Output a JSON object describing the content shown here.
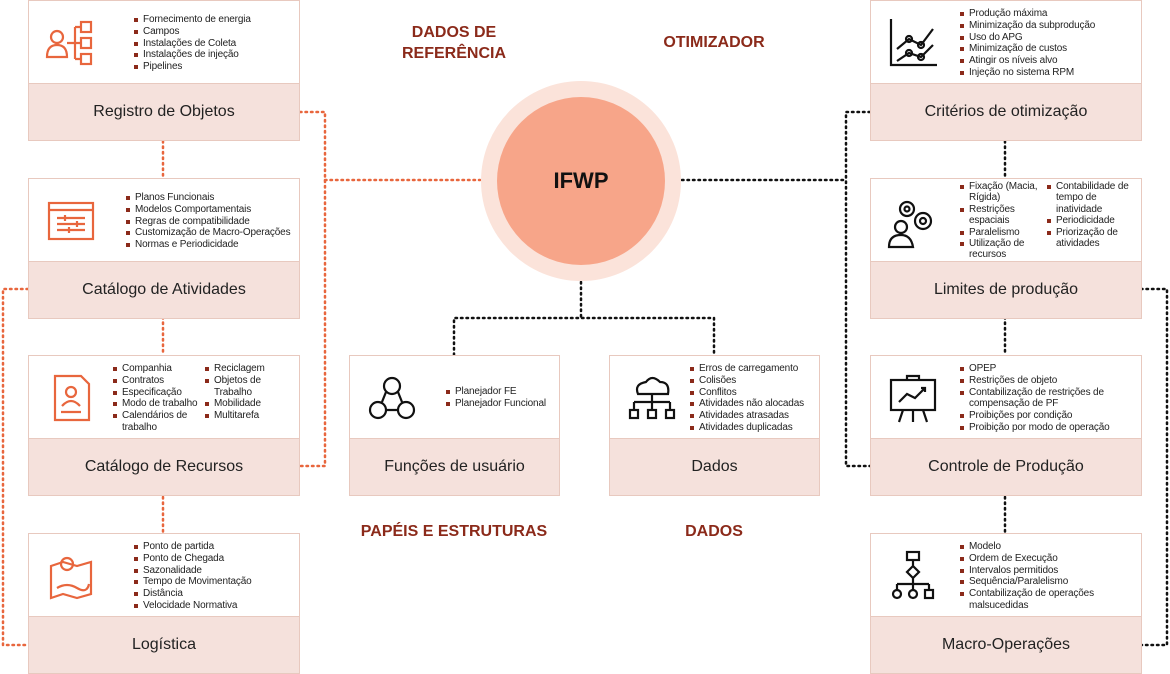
{
  "sections": {
    "ref": "DADOS DE\nREFERÊNCIA",
    "opt": "OTIMIZADOR",
    "roles": "PAPÉIS E ESTRUTURAS",
    "data": "DADOS"
  },
  "center": "IFWP",
  "left": [
    {
      "title": "Registro de Objetos",
      "items": [
        "Fornecimento de energia",
        "Campos",
        "Instalações de Coleta",
        "Instalações de injeção",
        "Pipelines"
      ]
    },
    {
      "title": "Catálogo de Atividades",
      "items": [
        "Planos Funcionais",
        "Modelos Comportamentais",
        "Regras de compatibilidade",
        "Customização de Macro-Operações",
        "Normas e Periodicidade"
      ]
    },
    {
      "title": "Catálogo de Recursos",
      "items": [
        "Companhia",
        "Contratos",
        "Especificação",
        "Modo de trabalho",
        "Calendários de trabalho"
      ],
      "items2": [
        "Reciclagem",
        "Objetos de Trabalho",
        "Mobilidade",
        "Multitarefa"
      ]
    },
    {
      "title": "Logística",
      "items": [
        "Ponto de partida",
        "Ponto de Chegada",
        "Sazonalidade",
        "Tempo de Movimentação",
        "Distância",
        "Velocidade Normativa"
      ]
    }
  ],
  "middle": [
    {
      "title": "Funções de usuário",
      "items": [
        "Planejador FE",
        "Planejador Funcional"
      ]
    },
    {
      "title": "Dados",
      "items": [
        "Erros de carregamento",
        "Colisões",
        "Conflitos",
        "Atividades não alocadas",
        "Atividades atrasadas",
        "Atividades duplicadas"
      ]
    }
  ],
  "right": [
    {
      "title": "Critérios de otimização",
      "items": [
        "Produção máxima",
        "Minimização da subprodução",
        "Uso do APG",
        "Minimização de custos",
        "Atingir os níveis alvo",
        "Injeção no sistema RPM"
      ]
    },
    {
      "title": "Limites de produção",
      "items": [
        "Fixação (Macia, Rígida)",
        "Restrições espaciais",
        "Paralelismo",
        "Utilização de recursos"
      ],
      "items2": [
        "Contabilidade de tempo de inatividade",
        "Periodicidade",
        "Priorização de atividades"
      ]
    },
    {
      "title": "Controle de Produção",
      "items": [
        "OPEP",
        "Restrições de objeto",
        "Contabilização de restrições de compensação de PF",
        "Proibições por condição",
        "Proibição por modo de operação"
      ]
    },
    {
      "title": "Macro-Operações",
      "items": [
        "Modelo",
        "Ordem de Execução",
        "Intervalos permitidos",
        "Sequência/Paralelismo",
        "Contabilização de operações malsucedidas"
      ]
    }
  ],
  "colors": {
    "accent": "#e8663d",
    "dark": "#8b2a1a",
    "pink": "#f5e1dc"
  }
}
